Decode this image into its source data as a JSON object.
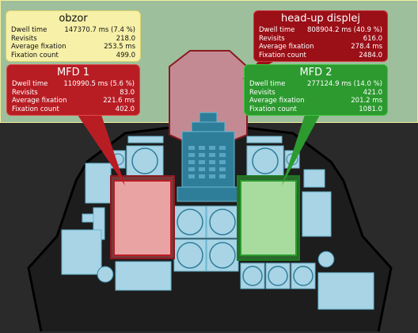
{
  "areas": {
    "obzor": {
      "title": "obzor",
      "rows": [
        {
          "label": "Dwell time",
          "value": "147370.7 ms (7.4 %)"
        },
        {
          "label": "Revisits",
          "value": "218.0"
        },
        {
          "label": "Average fixation",
          "value": "253.5 ms"
        },
        {
          "label": "Fixation count",
          "value": "499.0"
        }
      ],
      "color": "#f6f0a8"
    },
    "hud": {
      "title": "head-up displej",
      "rows": [
        {
          "label": "Dwell time",
          "value": "808904.2 ms (40.9 %)"
        },
        {
          "label": "Revisits",
          "value": "616.0"
        },
        {
          "label": "Average fixation",
          "value": "278.4 ms"
        },
        {
          "label": "Fixation count",
          "value": "2484.0"
        }
      ],
      "color": "#9b0f17"
    },
    "mfd1": {
      "title": "MFD 1",
      "rows": [
        {
          "label": "Dwell time",
          "value": "110990.5 ms (5.6 %)"
        },
        {
          "label": "Revisits",
          "value": "83.0"
        },
        {
          "label": "Average fixation",
          "value": "221.6 ms"
        },
        {
          "label": "Fixation count",
          "value": "402.0"
        }
      ],
      "color": "#b81d24"
    },
    "mfd2": {
      "title": "MFD 2",
      "rows": [
        {
          "label": "Dwell time",
          "value": "277124.9 ms (14.0 %)"
        },
        {
          "label": "Revisits",
          "value": "421.0"
        },
        {
          "label": "Average fixation",
          "value": "201.2 ms"
        },
        {
          "label": "Fixation count",
          "value": "1081.0"
        }
      ],
      "color": "#2c9a2f"
    }
  },
  "colors": {
    "instrument_fill": "#a8d4e6",
    "center_console": "#2f7e99",
    "panel_dark": "#1d1d1d",
    "outside_view": "#9dbf9c"
  }
}
